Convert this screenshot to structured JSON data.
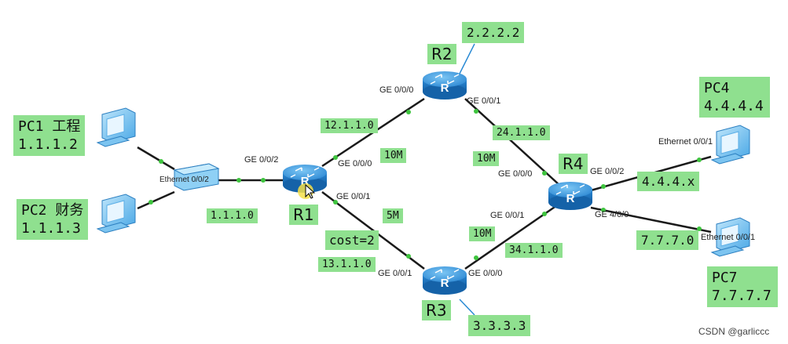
{
  "routers": {
    "r1": {
      "name": "R1"
    },
    "r2": {
      "name": "R2"
    },
    "r3": {
      "name": "R3"
    },
    "r4": {
      "name": "R4"
    }
  },
  "hosts": {
    "pc1": {
      "name": "PC1 工程",
      "ip": "1.1.1.2"
    },
    "pc2": {
      "name": "PC2 财务",
      "ip": "1.1.1.3"
    },
    "pc4": {
      "name": "PC4",
      "ip": "4.4.4.4"
    },
    "pc7": {
      "name": "PC7",
      "ip": "7.7.7.7"
    }
  },
  "loopbacks": {
    "r2": "2.2.2.2",
    "r3": "3.3.3.3"
  },
  "networks": {
    "lan_r1": "1.1.1.0",
    "r1_r2": "12.1.1.0",
    "r1_r3": "13.1.1.0",
    "r2_r4": "24.1.1.0",
    "r3_r4": "34.1.1.0",
    "lan_r4_pc4": "4.4.4.x",
    "lan_r4_pc7": "7.7.7.0"
  },
  "bandwidth": {
    "r1_r2": "10M",
    "r2_r4": "10M",
    "r1_r3": "5M",
    "r3_r4": "10M"
  },
  "cost": "cost=2",
  "ports": {
    "r1_ge002": "GE 0/0/2",
    "r1_ge000": "GE 0/0/0",
    "r1_ge001": "GE 0/0/1",
    "r2_ge000": "GE 0/0/0",
    "r2_ge001": "GE 0/0/1",
    "r3_ge001": "GE 0/0/1",
    "r3_ge000": "GE 0/0/0",
    "r4_ge000": "GE 0/0/0",
    "r4_ge001": "GE 0/0/1",
    "r4_ge002": "GE 0/0/2",
    "r4_ge400": "GE 4/0/0",
    "sw_eth": "Ethernet 0/0/2",
    "pc4_eth": "Ethernet 0/0/1",
    "pc7_eth": "Ethernet 0/0/1"
  },
  "watermark": "CSDN @garliccc",
  "colors": {
    "label_bg": "#8fe08f",
    "link": "#1a1a1a",
    "loopback_link": "#2a8ad4",
    "router": "#2f8fd8",
    "port_dot": "#3ec43e",
    "cursor_highlight": "#f4e04a"
  }
}
